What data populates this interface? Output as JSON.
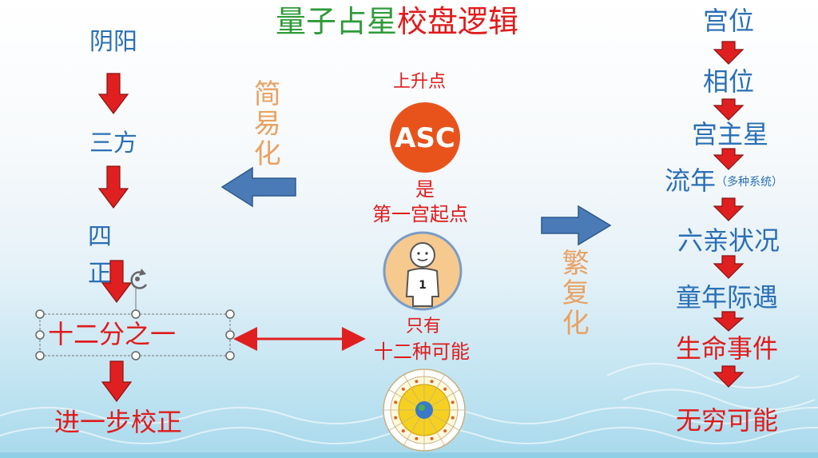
{
  "title": {
    "part1": "量子占星",
    "part2": "校盘逻辑",
    "color1": "#2e9b3a",
    "color2": "#e01b1b"
  },
  "left": {
    "s1": "阴阳",
    "s2": "三方",
    "s3a": "四",
    "s3b": "正",
    "s4": "十二分之一",
    "s5": "进一步校正"
  },
  "simplify": "简易化",
  "complexify": "繁复化",
  "middle": {
    "ascendant_label": "上升点",
    "asc_logo": "ASC",
    "is": "是",
    "first_house_start": "第一宫起点",
    "figure_number": "1",
    "only": "只有",
    "twelve_possibilities": "十二种可能"
  },
  "right": {
    "r1": "宫位",
    "r2": "相位",
    "r3": "宫主星",
    "r4": "流年",
    "r4_note": "（多种系统）",
    "r5": "六亲状况",
    "r6": "童年际遇",
    "r7": "生命事件",
    "r8": "无穷可能"
  },
  "colors": {
    "blue_text": "#2a6fb5",
    "red_text": "#e01b1b",
    "orange_text": "#e8a263",
    "arrow_blue": "#4a7bb7",
    "arrow_red": "#e02020",
    "asc_circle": "#e8531c"
  },
  "icons": [
    "asc-logo-icon",
    "stick-figure-icon",
    "zodiac-wheel-icon",
    "rotate-handle-icon"
  ]
}
